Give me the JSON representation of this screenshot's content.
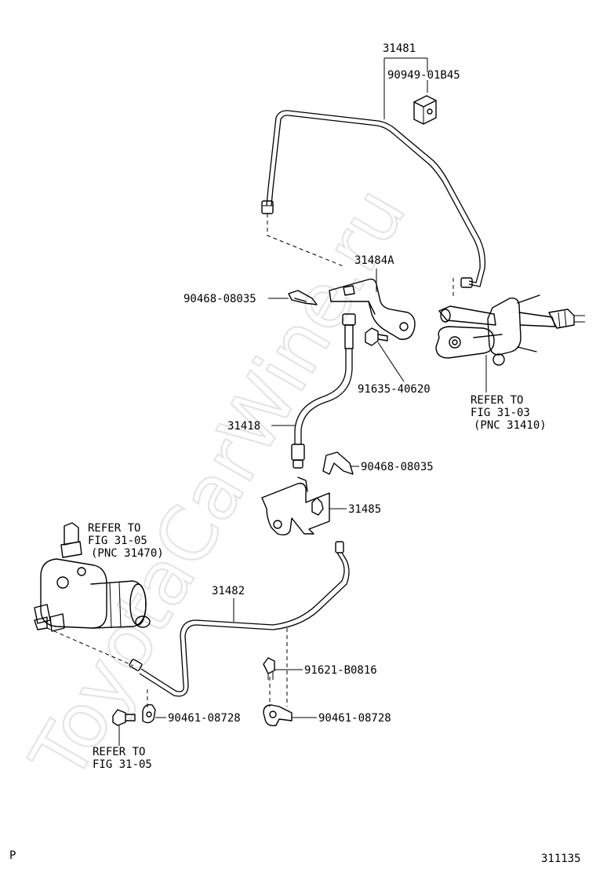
{
  "watermark": "ToyotaCarWine.ru",
  "corner_left": "P",
  "figure_number": "311135",
  "labels": {
    "p31481": "31481",
    "p90949": "90949-01B45",
    "p31484a": "31484A",
    "p90468a": "90468-08035",
    "p91635": "91635-40620",
    "refer_top_1": "REFER TO",
    "refer_top_2": "FIG 31-03",
    "refer_top_3": "(PNC 31410)",
    "p31418": "31418",
    "p90468b": "90468-08035",
    "p31485": "31485",
    "refer_left_1": "REFER TO",
    "refer_left_2": "FIG 31-05",
    "refer_left_3": "(PNC 31470)",
    "p31482": "31482",
    "p91621": "91621-B0816",
    "p90461a": "90461-08728",
    "p90461b": "90461-08728",
    "refer_bottom_1": "REFER TO",
    "refer_bottom_2": "FIG 31-05"
  }
}
